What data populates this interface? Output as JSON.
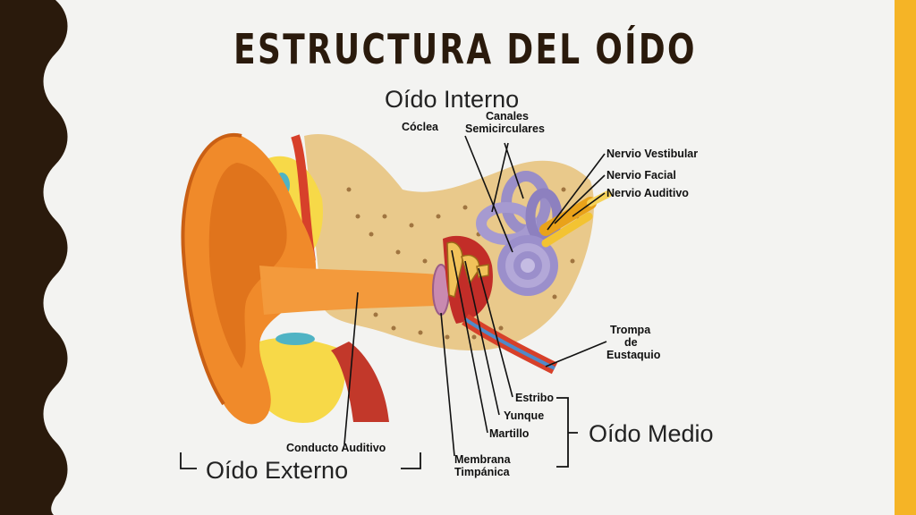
{
  "slide": {
    "title": "ESTRUCTURA DEL OÍDO",
    "colors": {
      "background": "#f3f3f1",
      "left_border": "#2a1a0c",
      "accent_bar": "#f5b426",
      "title": "#2a1a0c"
    }
  },
  "diagram": {
    "section_labels": {
      "inner": "Oído Interno",
      "middle": "Oído Medio",
      "outer": "Oído Externo"
    },
    "part_labels": {
      "coclea": "Cóclea",
      "canales_line1": "Canales",
      "canales_line2": "Semicirculares",
      "nervio_vestibular": "Nervio Vestibular",
      "nervio_facial": "Nervio Facial",
      "nervio_auditivo": "Nervio Auditivo",
      "trompa_line1": "Trompa",
      "trompa_line2": "de",
      "trompa_line3": "Eustaquio",
      "estribo": "Estribo",
      "yunque": "Yunque",
      "martillo": "Martillo",
      "membrana_line1": "Membrana",
      "membrana_line2": "Timpánica",
      "conducto_auditivo": "Conducto Auditivo"
    },
    "icons": [
      "ear-illustration",
      "cochlea-icon",
      "ossicles-icon",
      "nerve-icon"
    ]
  }
}
